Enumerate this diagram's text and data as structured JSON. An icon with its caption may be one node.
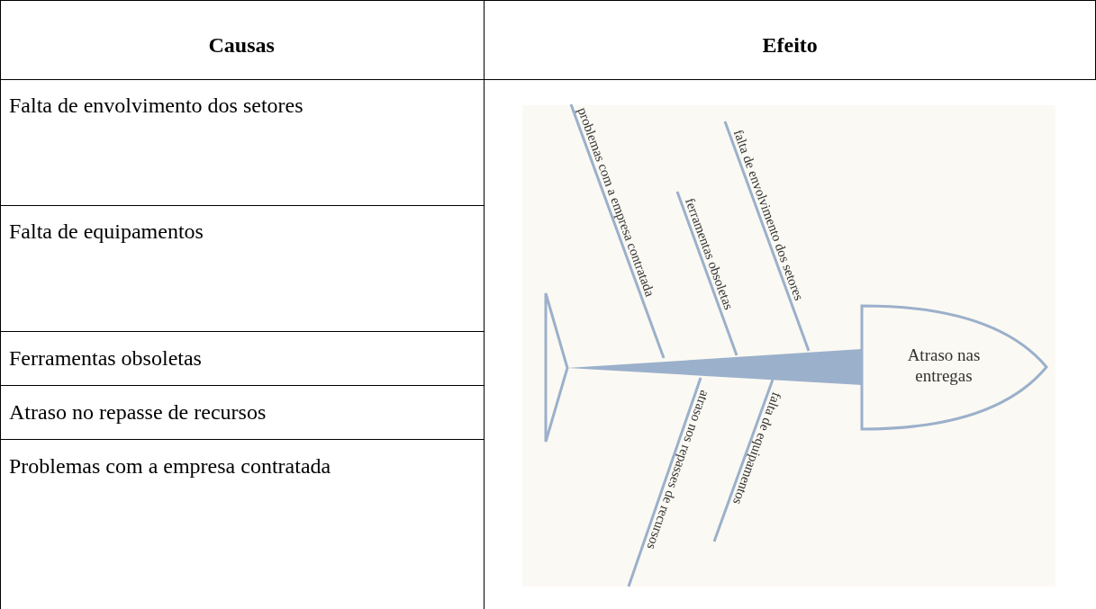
{
  "diagram": {
    "nodes": [
      {
        "text": [
          "Atraso nas entregas"
        ]
      }
    ],
    "labels": [
      "Causas",
      "Efeito",
      "Falta de envolvimento dos setores",
      "Falta de equipamentos",
      "Ferramentas obsoletas",
      "Atraso no repasse de recursos",
      "Problemas com a empresa contratada",
      "problemas com a empresa contratada",
      "ferramentas obsoletas",
      "falta de envolvimento dos setores",
      "atraso nos repasses de recursos",
      "falta de equipamentos"
    ]
  }
}
